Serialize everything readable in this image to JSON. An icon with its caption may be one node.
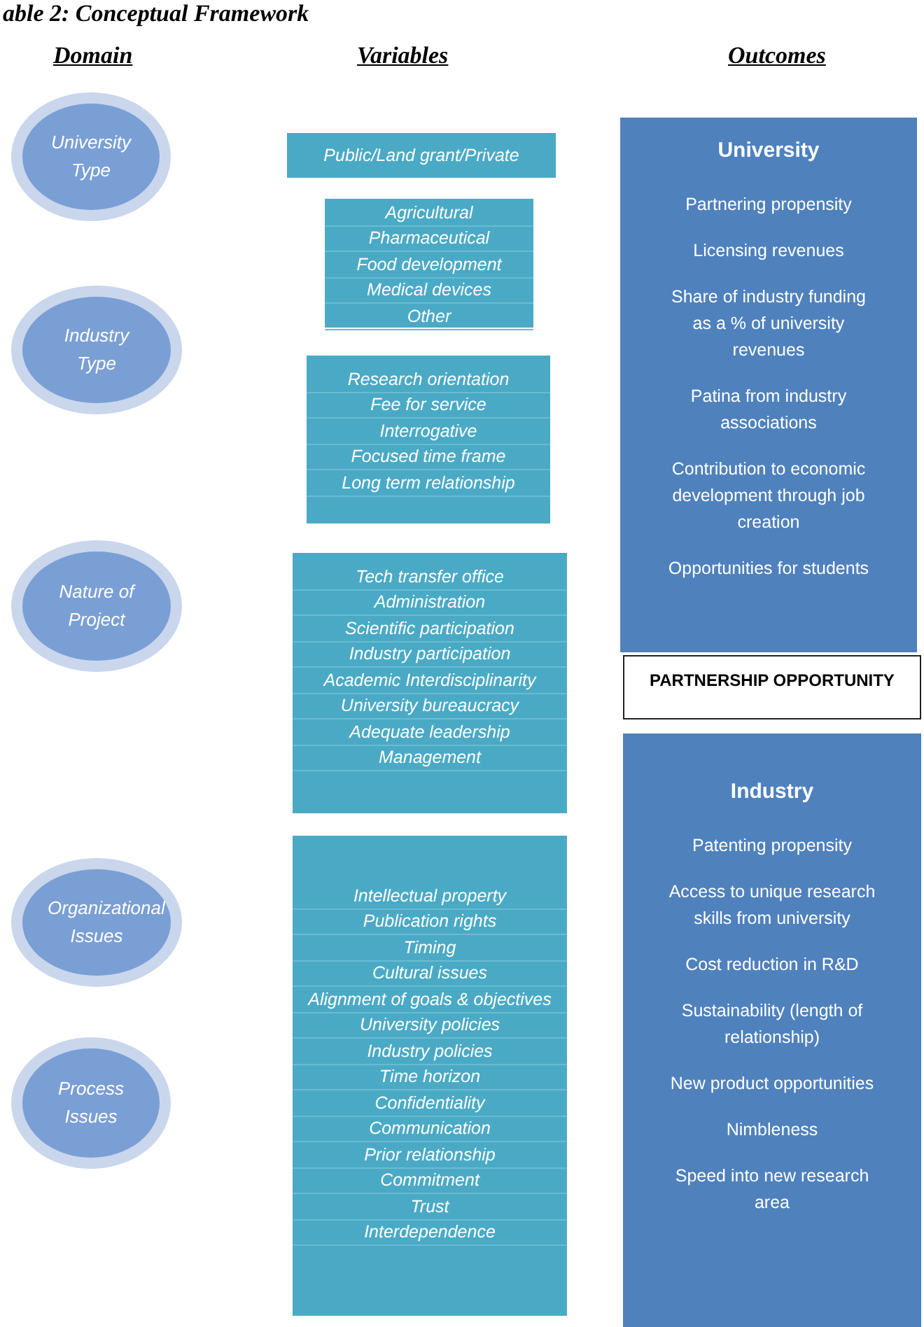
{
  "diagram": {
    "title": "able 2: Conceptual Framework",
    "nodes": [
      {
        "text": [
          "University Type"
        ]
      },
      {
        "text": [
          "Industry Type"
        ]
      },
      {
        "text": [
          "Nature of Project"
        ]
      },
      {
        "text": [
          "Organizational Issues"
        ]
      },
      {
        "text": [
          "Process Issues"
        ]
      },
      {
        "text": [
          "Public/Land grant/Private"
        ]
      },
      {
        "text": [
          "Agricultural",
          "Pharmaceutical",
          "Food development",
          "Medical devices",
          "Other"
        ]
      },
      {
        "text": [
          "Research orientation",
          "Fee for service",
          "Interrogative",
          "Focused time frame",
          "Long term relationship"
        ]
      },
      {
        "text": [
          "Tech transfer office",
          "Administration",
          "Scientific participation",
          "Industry participation",
          "Academic Interdisciplinarity",
          "University bureaucracy",
          "Adequate leadership",
          "Management"
        ]
      },
      {
        "text": [
          "Intellectual property",
          "Publication rights",
          "Timing",
          "Cultural issues",
          "Alignment of goals & objectives",
          "University policies",
          "Industry policies",
          "Time horizon",
          "Confidentiality",
          "Communication",
          "Prior relationship",
          "Commitment",
          "Trust",
          "Interdependence"
        ]
      },
      {
        "text": [
          "University",
          "Partnering propensity",
          "Licensing revenues",
          "Share of industry funding as a % of university revenues",
          "Patina from industry associations",
          "Contribution to economic development through job creation",
          "Opportunities for students"
        ]
      },
      {
        "text": [
          "PARTNERSHIP OPPORTUNITY"
        ]
      },
      {
        "text": [
          "Industry",
          "Patenting propensity",
          "Access to unique research skills from university",
          "Cost reduction in R&D",
          "Sustainability (length of relationship)",
          "New product opportunities",
          "Nimbleness",
          "Speed into new research area"
        ]
      }
    ],
    "labels": [
      "Domain",
      "Variables",
      "Outcomes"
    ]
  }
}
